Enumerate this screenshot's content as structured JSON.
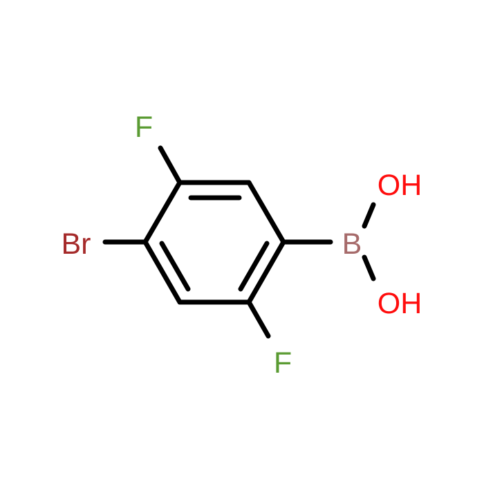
{
  "molecule": {
    "atoms": {
      "f_top": {
        "label": "F",
        "color": "#5a9b32"
      },
      "br": {
        "label": "Br",
        "color": "#a52a2a"
      },
      "b": {
        "label": "B",
        "color": "#a66a6a"
      },
      "oh_top": {
        "label": "OH",
        "color": "#ff0d0d"
      },
      "oh_bottom": {
        "label": "OH",
        "color": "#ff0d0d"
      },
      "f_bottom": {
        "label": "F",
        "color": "#5a9b32"
      }
    },
    "bond_color": "#000000"
  }
}
